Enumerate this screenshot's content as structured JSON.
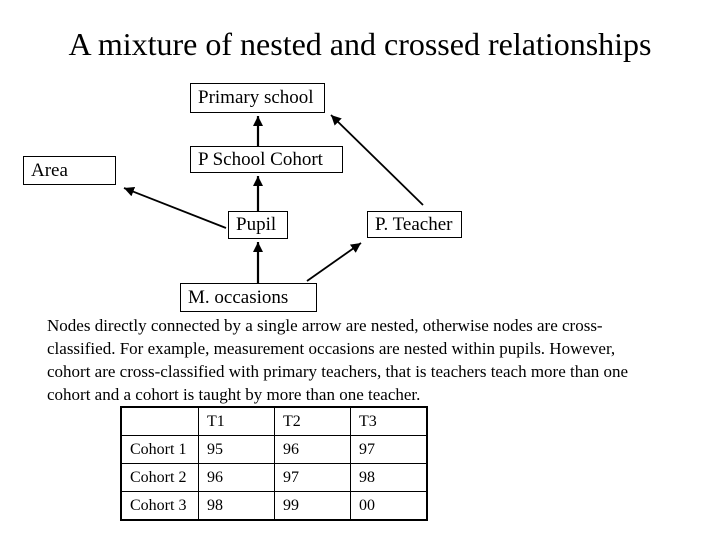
{
  "title": "A mixture of nested and crossed relationships",
  "diagram": {
    "nodes": {
      "primary_school": "Primary school",
      "area": "Area",
      "p_school_cohort": "P School Cohort",
      "pupil": "Pupil",
      "p_teacher": "P. Teacher",
      "m_occasions": "M. occasions"
    },
    "arrows": [
      "p-school-cohort-to-primary-school",
      "pupil-to-p-school-cohort",
      "m-occasions-to-pupil",
      "pupil-to-area",
      "p-teacher-to-primary-school",
      "m-occasions-to-p-teacher"
    ]
  },
  "paragraph": {
    "lines": [
      "Nodes directly connected by a single arrow are nested, otherwise nodes are cross-",
      "classified. For example, measurement occasions are nested within pupils. However,",
      "cohort are cross-classified with primary teachers, that is teachers teach more than one",
      "cohort and a cohort is taught by more than one teacher."
    ]
  },
  "table": {
    "headers": [
      "",
      "T1",
      "T2",
      "T3"
    ],
    "rows": [
      {
        "label": "Cohort 1",
        "values": [
          "95",
          "96",
          "97"
        ]
      },
      {
        "label": "Cohort 2",
        "values": [
          "96",
          "97",
          "98"
        ]
      },
      {
        "label": "Cohort 3",
        "values": [
          "98",
          "99",
          "00"
        ]
      }
    ]
  },
  "colors": {
    "background": "#ffffff",
    "foreground": "#000000"
  }
}
